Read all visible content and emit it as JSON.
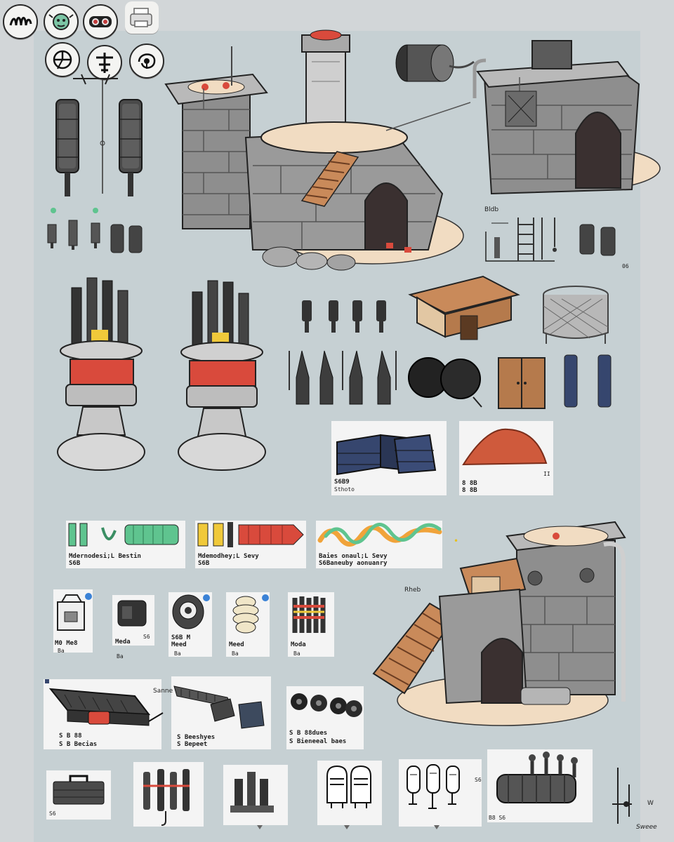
{
  "toolbar": {
    "row1": [
      {
        "icon": "scribble-logo-icon"
      },
      {
        "icon": "goblin-face-icon"
      },
      {
        "icon": "goggles-mask-icon"
      },
      {
        "icon": "printer-icon"
      }
    ],
    "row2": [
      {
        "icon": "target-pin-icon"
      },
      {
        "icon": "totem-cross-icon"
      },
      {
        "icon": "bell-swirl-icon"
      }
    ]
  },
  "labels": {
    "ladder_note": "Bldb",
    "right_small_number": "06",
    "crates_code": "S6B9",
    "crates_sub": "Sthoto",
    "ore_code": "8 8B",
    "ore_code2": "8 8B",
    "ore_marker": "II",
    "green_cap": "Mdernodesi;L Bestin",
    "green_code": "S6B",
    "yellow_cap": "Mdemodhey;L Sevy",
    "yellow_code": "S6B",
    "wave_cap": "Baies onaul;L Sevy",
    "wave_code": "S6Baneuby aonuanry",
    "wave_marker": "•",
    "tower_note": "Rheb",
    "icon1_cap": "M0 Me8",
    "icon1_sub": "Ba",
    "icon2_cap": "Meda",
    "icon2_sub": "Ba",
    "icon2_side": "S6",
    "icon3_cap": "S6B M",
    "icon3_cap2": "Meed",
    "icon3_sub": "Ba",
    "icon4_cap": "Meed",
    "icon4_sub": "Ba",
    "icon5_cap": "Moda",
    "icon5_sub": "Ba",
    "rail_cap1": "S B 88",
    "rail_cap2": "S B Becias",
    "conv_note": "Sanne",
    "conv_cap1": "S Beeshyes",
    "conv_cap2": "S Bepeet",
    "tire_cap1": "S B 88dues",
    "tire_cap2": "S Bieneeal baes",
    "case_sub": "S6",
    "forge_side": "S6",
    "forge_code": "B8 S6",
    "corner_note": "Sweee",
    "axis_w": "W"
  },
  "colors": {
    "sheet_bg": "#c6d0d3",
    "page_bg": "#d2d6d8",
    "stone": "#8e8e8e",
    "stone_dark": "#5b5b5b",
    "wood": "#c98a5a",
    "red": "#d94a3c",
    "green": "#5fc48f",
    "yellow": "#f0c93a",
    "navy": "#36466e",
    "sand": "#f1dcc2"
  }
}
